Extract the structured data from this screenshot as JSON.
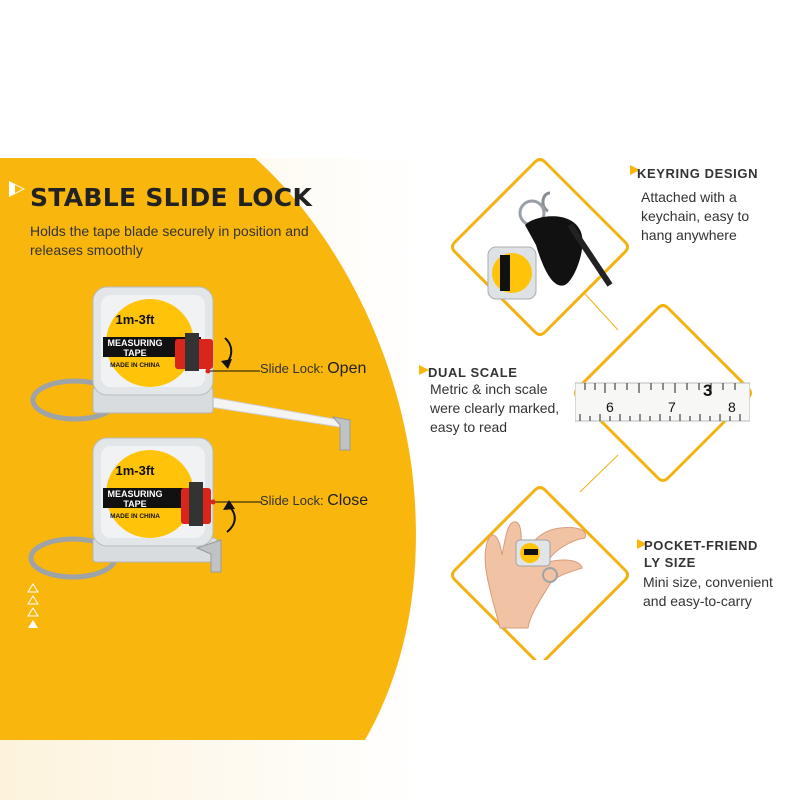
{
  "left_panel": {
    "title": "STABLE SLIDE LOCK",
    "description": "Holds the tape blade securely in position and releases smoothly",
    "open_label_prefix": "Slide Lock:",
    "open_label_state": "Open",
    "close_label_prefix": "Slide Lock:",
    "close_label_state": "Close",
    "tape_label": {
      "size": "1m-3ft",
      "line1": "MEASURING",
      "line2": "TAPE",
      "origin": "MADE IN CHINA"
    }
  },
  "features": {
    "keyring": {
      "title": "KEYRING DESIGN",
      "desc_lines": [
        "Attached with a",
        "keychain, easy to",
        "hang anywhere"
      ]
    },
    "dual_scale": {
      "title": "DUAL SCALE",
      "desc_lines": [
        "Metric & inch scale",
        "were clearly marked,",
        "easy to read"
      ],
      "scale_numbers": [
        "6",
        "7",
        "8",
        "3"
      ]
    },
    "pocket": {
      "title_lines": [
        "POCKET-FRIEND",
        "LY SIZE"
      ],
      "desc_lines": [
        "Mini size, convenient",
        "and easy-to-carry"
      ]
    }
  },
  "colors": {
    "brand_yellow": "#F9B60D",
    "tape_label_yellow": "#FFC40A",
    "lock_red": "#D9251C",
    "outline_gold": "#F2B211",
    "text_dark": "#222222"
  }
}
